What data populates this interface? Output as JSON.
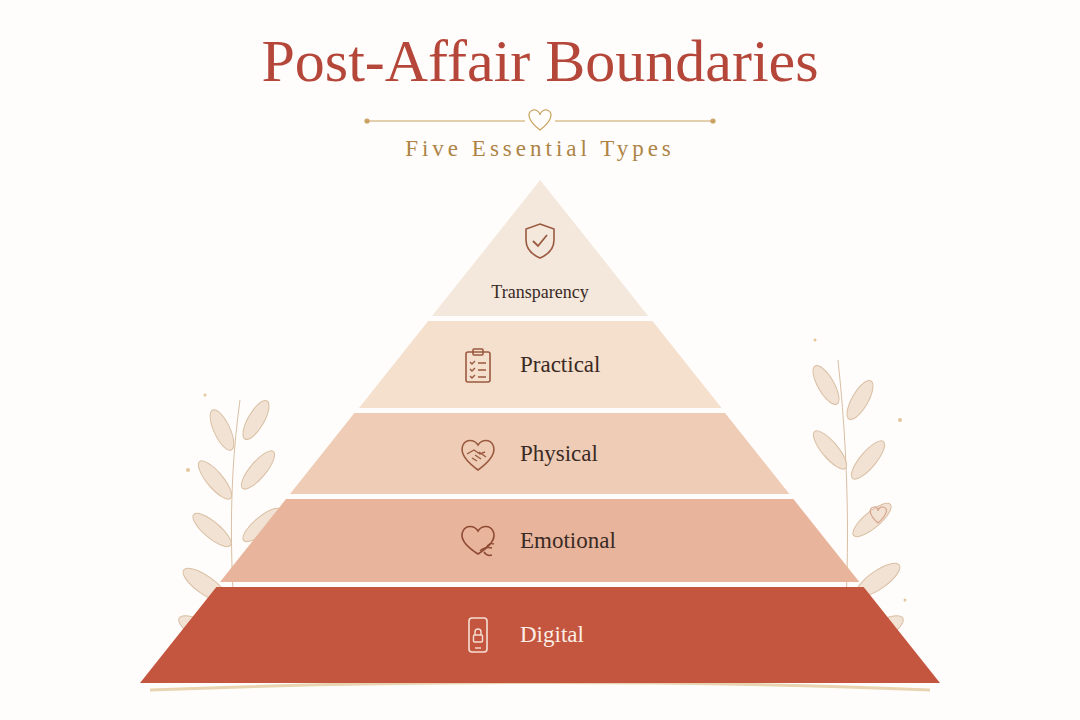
{
  "diagram": {
    "title": "Post-Affair Boundaries",
    "nodes": [
      {
        "text": [
          "Transparency"
        ]
      },
      {
        "text": [
          "Practical"
        ]
      },
      {
        "text": [
          "Physical"
        ]
      },
      {
        "text": [
          "Emotional"
        ]
      },
      {
        "text": [
          "Digital"
        ]
      }
    ],
    "labels": [
      "Five Essential Types"
    ]
  }
}
